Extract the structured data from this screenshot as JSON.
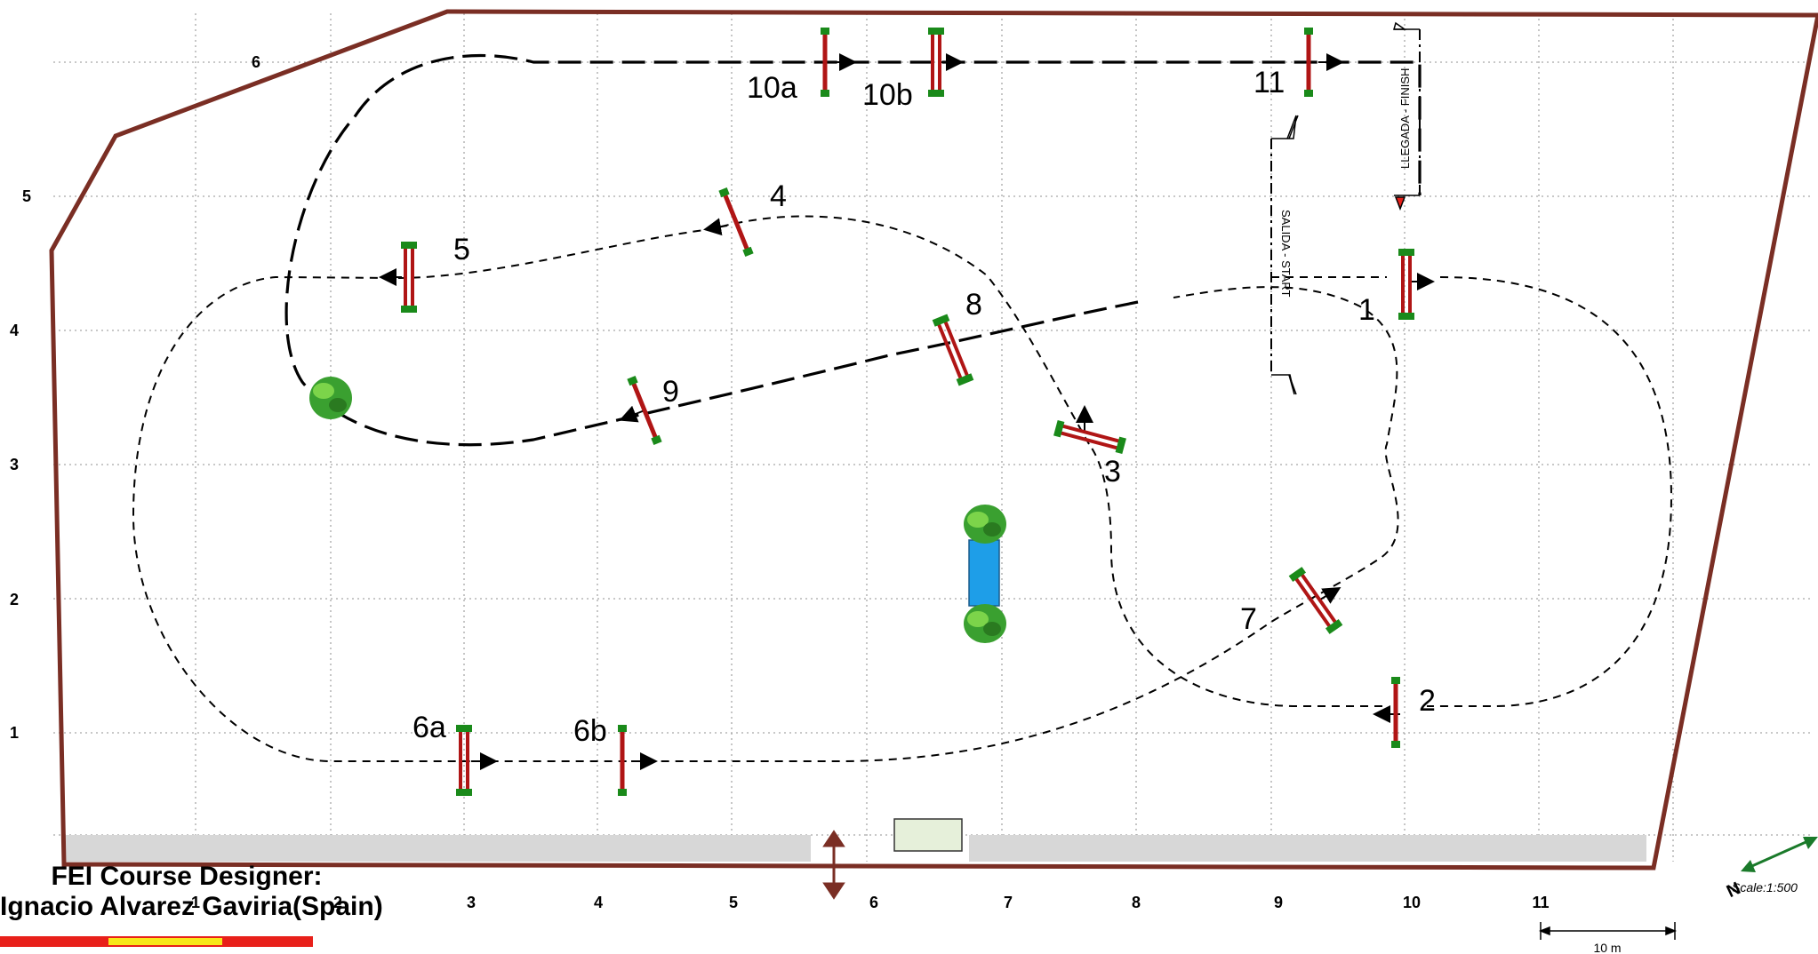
{
  "arena": {
    "x_axis_labels": [
      "1",
      "2",
      "3",
      "4",
      "5",
      "6",
      "7",
      "8",
      "9",
      "10",
      "11"
    ],
    "y_axis_labels": [
      "1",
      "2",
      "3",
      "4",
      "5",
      "6"
    ],
    "north_label": "N",
    "scale_label": "Scale:1:500",
    "scale_bar_label": "10 m",
    "start_label": "SALIDA - START",
    "finish_label": "LLEGADA - FINISH"
  },
  "obstacles": [
    {
      "id": "1",
      "label": "1"
    },
    {
      "id": "2",
      "label": "2"
    },
    {
      "id": "3",
      "label": "3"
    },
    {
      "id": "4",
      "label": "4"
    },
    {
      "id": "5",
      "label": "5"
    },
    {
      "id": "6a",
      "label": "6a"
    },
    {
      "id": "6b",
      "label": "6b"
    },
    {
      "id": "7",
      "label": "7"
    },
    {
      "id": "8",
      "label": "8"
    },
    {
      "id": "9",
      "label": "9"
    },
    {
      "id": "10a",
      "label": "10a"
    },
    {
      "id": "10b",
      "label": "10b"
    },
    {
      "id": "11",
      "label": "11"
    }
  ],
  "designer": {
    "title": "FEI Course Designer:",
    "name": "Ignacio Alvarez Gaviria(Spain)"
  },
  "colors": {
    "fence_border": "#7a2e24",
    "pole_green": "#1a8a1a",
    "pole_red": "#b01515",
    "water": "#1e9ee8",
    "arrow": "#7a2e24",
    "north_arrow": "#1a7a2a",
    "flag_red": "#e8201a",
    "flag_yellow": "#f7e81a",
    "stands_gray": "#d7d7d7"
  }
}
